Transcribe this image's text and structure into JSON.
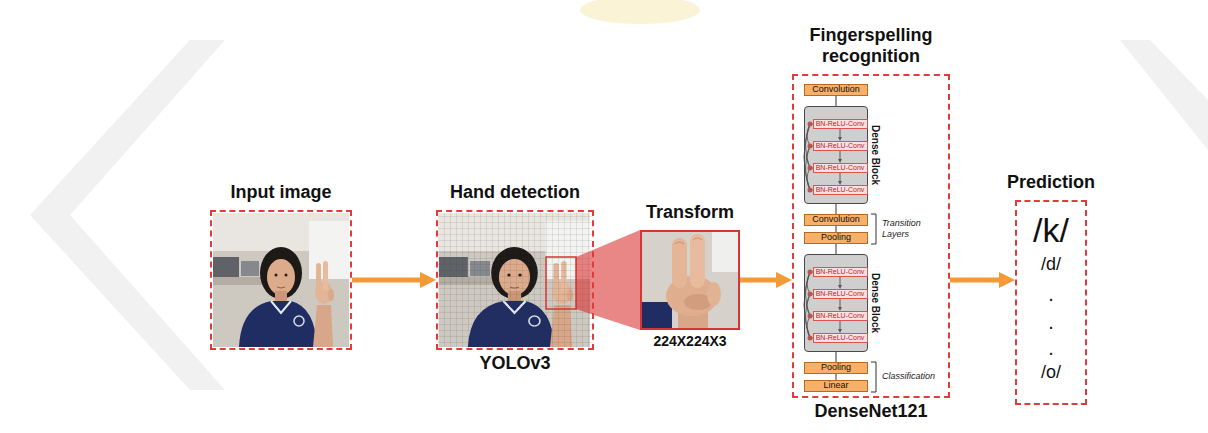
{
  "diagram": {
    "nodes": [
      {
        "text": [
          "Input image"
        ]
      },
      {
        "text": [
          "Hand detection",
          "YOLOv3"
        ]
      },
      {
        "text": [
          "Transform",
          "224X224X3"
        ]
      },
      {
        "text": [
          "Fingerspelling recognition",
          "DenseNet121"
        ]
      },
      {
        "text": [
          "Convolution"
        ],
        "in": 3
      },
      {
        "text": [
          "Dense Block"
        ],
        "in": 3
      },
      {
        "text": [
          "BN-ReLU-Conv"
        ],
        "in": 5
      },
      {
        "text": [
          "BN-ReLU-Conv"
        ],
        "in": 5
      },
      {
        "text": [
          "BN-ReLU-Conv"
        ],
        "in": 5
      },
      {
        "text": [
          "BN-ReLU-Conv"
        ],
        "in": 5
      },
      {
        "text": [
          "Convolution"
        ],
        "in": 3
      },
      {
        "text": [
          "Pooling"
        ],
        "in": 3
      },
      {
        "text": [
          "Dense Block"
        ],
        "in": 3
      },
      {
        "text": [
          "BN-ReLU-Conv"
        ],
        "in": 12
      },
      {
        "text": [
          "BN-ReLU-Conv"
        ],
        "in": 12
      },
      {
        "text": [
          "BN-ReLU-Conv"
        ],
        "in": 12
      },
      {
        "text": [
          "BN-ReLU-Conv"
        ],
        "in": 12
      },
      {
        "text": [
          "Pooling"
        ],
        "in": 3
      },
      {
        "text": [
          "Linear"
        ],
        "in": 3
      },
      {
        "text": [
          "Prediction",
          "/k/",
          "/d/",
          ".",
          ".",
          ".",
          "/o/"
        ]
      }
    ],
    "edges": [
      {
        "from": 0,
        "to": 1,
        "arrow": "to"
      },
      {
        "from": 1,
        "to": 2,
        "arrow": "none"
      },
      {
        "from": 2,
        "to": 3,
        "arrow": "to"
      },
      {
        "from": 3,
        "to": 19,
        "arrow": "to"
      },
      {
        "from": 4,
        "to": 5,
        "arrow": "none"
      },
      {
        "from": 5,
        "to": 10,
        "arrow": "none"
      },
      {
        "from": 10,
        "to": 11,
        "arrow": "none"
      },
      {
        "from": 11,
        "to": 12,
        "arrow": "none"
      },
      {
        "from": 12,
        "to": 17,
        "arrow": "none"
      },
      {
        "from": 17,
        "to": 18,
        "arrow": "none"
      },
      {
        "from": 6,
        "to": 7,
        "arrow": "to"
      },
      {
        "from": 7,
        "to": 8,
        "arrow": "to"
      },
      {
        "from": 8,
        "to": 9,
        "arrow": "to"
      },
      {
        "from": 13,
        "to": 14,
        "arrow": "to"
      },
      {
        "from": 14,
        "to": 15,
        "arrow": "to"
      },
      {
        "from": 15,
        "to": 16,
        "arrow": "to"
      }
    ],
    "labels": [
      "Transition Layers",
      "Classification"
    ]
  }
}
